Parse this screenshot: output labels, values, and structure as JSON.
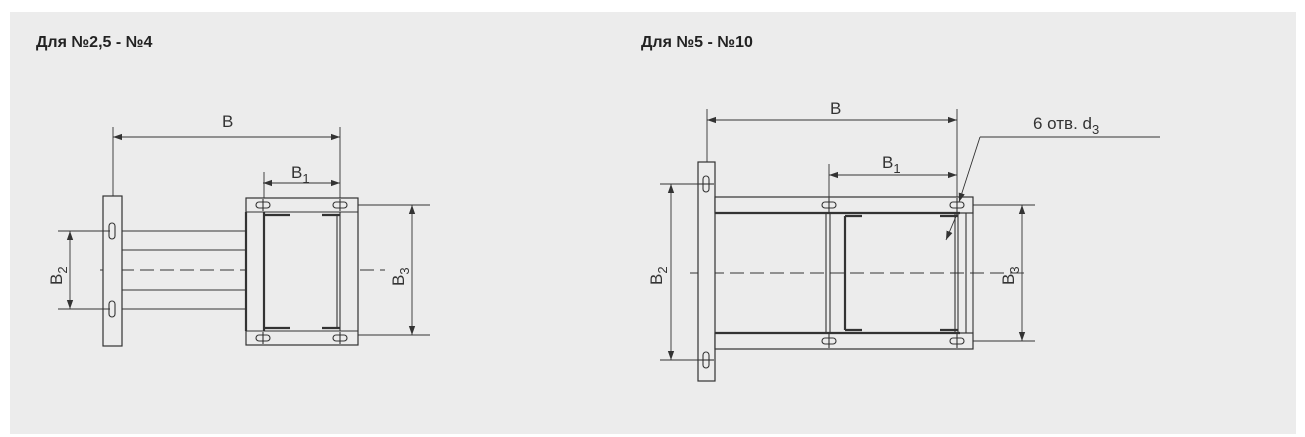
{
  "captions": {
    "left": "Для №2,5 - №4",
    "right": "Для №5 - №10"
  },
  "left_drawing": {
    "dim_b": "B",
    "dim_b1": {
      "base": "B",
      "sub": "1"
    },
    "dim_b2": {
      "base": "B",
      "sub": "2"
    },
    "dim_b3": {
      "base": "B",
      "sub": "3"
    }
  },
  "right_drawing": {
    "dim_b": "B",
    "dim_b1": {
      "base": "B",
      "sub": "1"
    },
    "dim_b2": {
      "base": "B",
      "sub": "2"
    },
    "dim_b3": {
      "base": "B",
      "sub": "3"
    },
    "holes_note": {
      "base": "6 отв. d",
      "sub": "3"
    }
  },
  "colors": {
    "panel": "#ececec",
    "line": "#333333"
  }
}
